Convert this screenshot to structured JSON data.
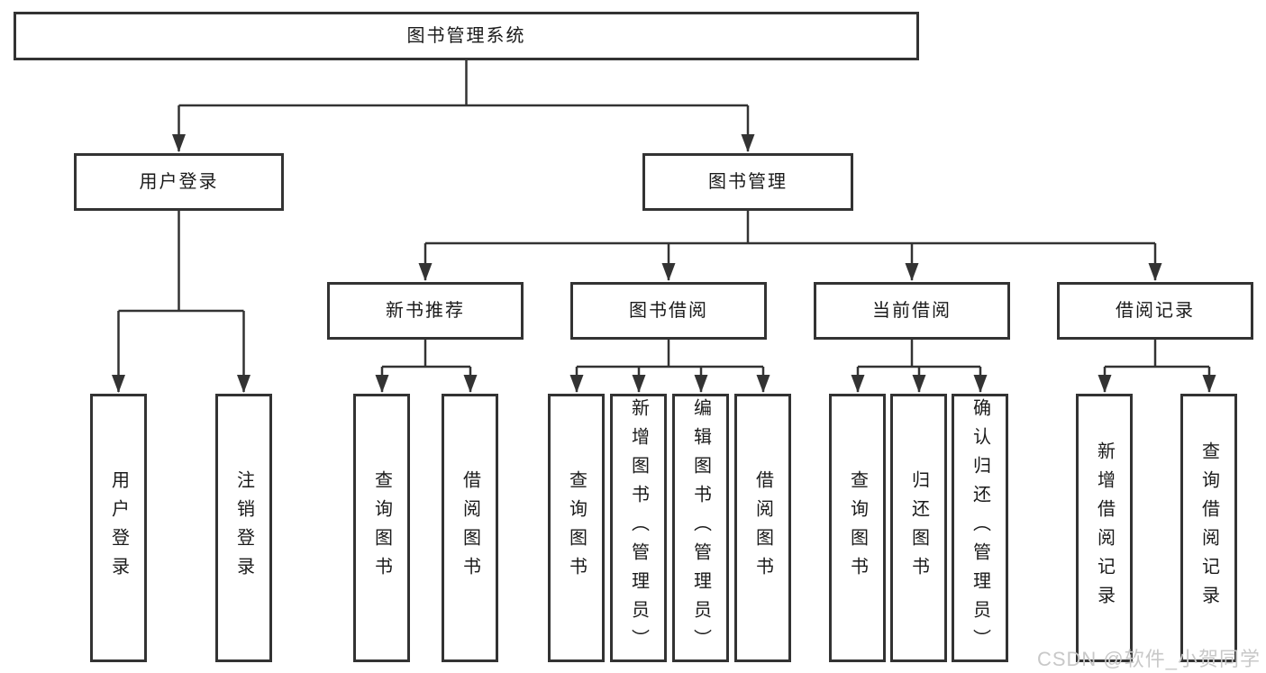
{
  "diagram": {
    "type": "hierarchy-flowchart",
    "title": "图书管理系统",
    "nodes": {
      "root": {
        "label": "图书管理系统"
      },
      "user_login": {
        "label": "用户登录"
      },
      "book_management": {
        "label": "图书管理"
      },
      "new_book_recommend": {
        "label": "新书推荐"
      },
      "book_borrowing": {
        "label": "图书借阅"
      },
      "current_borrowing": {
        "label": "当前借阅"
      },
      "borrowing_records": {
        "label": "借阅记录"
      },
      "login": {
        "label": "用户登录"
      },
      "logout": {
        "label": "注销登录"
      },
      "nb_query_books": {
        "label": "查询图书"
      },
      "nb_borrow_books": {
        "label": "借阅图书"
      },
      "bb_query_books": {
        "label": "查询图书"
      },
      "bb_add_books_admin": {
        "label": "新增图书（管理员）"
      },
      "bb_edit_books_admin": {
        "label": "编辑图书（管理员）"
      },
      "bb_borrow_books": {
        "label": "借阅图书"
      },
      "cb_query_books": {
        "label": "查询图书"
      },
      "cb_return_books": {
        "label": "归还图书"
      },
      "cb_confirm_return_admin": {
        "label": "确认归还（管理员）"
      },
      "br_add_record": {
        "label": "新增借阅记录"
      },
      "br_query_record": {
        "label": "查询借阅记录"
      }
    },
    "edges": [
      {
        "from": "图书管理系统",
        "to": "用户登录"
      },
      {
        "from": "图书管理系统",
        "to": "图书管理"
      },
      {
        "from": "用户登录",
        "to": "用户登录"
      },
      {
        "from": "用户登录",
        "to": "注销登录"
      },
      {
        "from": "图书管理",
        "to": "新书推荐"
      },
      {
        "from": "图书管理",
        "to": "图书借阅"
      },
      {
        "from": "图书管理",
        "to": "当前借阅"
      },
      {
        "from": "图书管理",
        "to": "借阅记录"
      },
      {
        "from": "新书推荐",
        "to": "查询图书"
      },
      {
        "from": "新书推荐",
        "to": "借阅图书"
      },
      {
        "from": "图书借阅",
        "to": "查询图书"
      },
      {
        "from": "图书借阅",
        "to": "新增图书（管理员）"
      },
      {
        "from": "图书借阅",
        "to": "编辑图书（管理员）"
      },
      {
        "from": "图书借阅",
        "to": "借阅图书"
      },
      {
        "from": "当前借阅",
        "to": "查询图书"
      },
      {
        "from": "当前借阅",
        "to": "归还图书"
      },
      {
        "from": "当前借阅",
        "to": "确认归还（管理员）"
      },
      {
        "from": "借阅记录",
        "to": "新增借阅记录"
      },
      {
        "from": "借阅记录",
        "to": "查询借阅记录"
      }
    ],
    "colors": {
      "line": "#333333",
      "box_border": "#333333",
      "text": "#1a1a1a",
      "background": "#ffffff"
    }
  },
  "watermark": {
    "text": "CSDN @软件_小贺同学",
    "color": "#c8c8c8"
  }
}
